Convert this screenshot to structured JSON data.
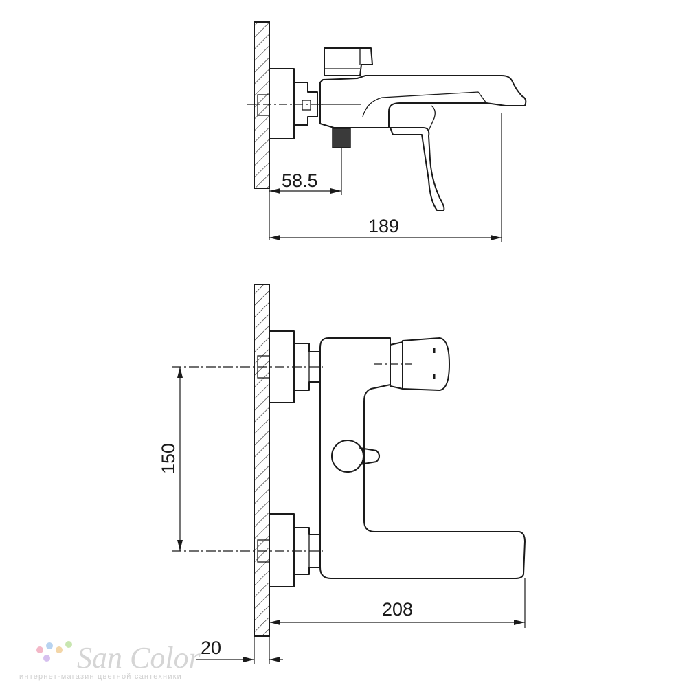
{
  "dimensions": {
    "inlet_offset": "58.5",
    "top_depth": "189",
    "inlet_spacing": "150",
    "spout_reach": "208",
    "plate_thickness": "20"
  },
  "watermark": {
    "brand": "San Color",
    "tagline": "интернет-магазин цветной сантехники",
    "dot_colors": [
      "#f3b8c8",
      "#b8d3f0",
      "#f3d6a8",
      "#c8e6b0",
      "#d6c0ef"
    ]
  }
}
